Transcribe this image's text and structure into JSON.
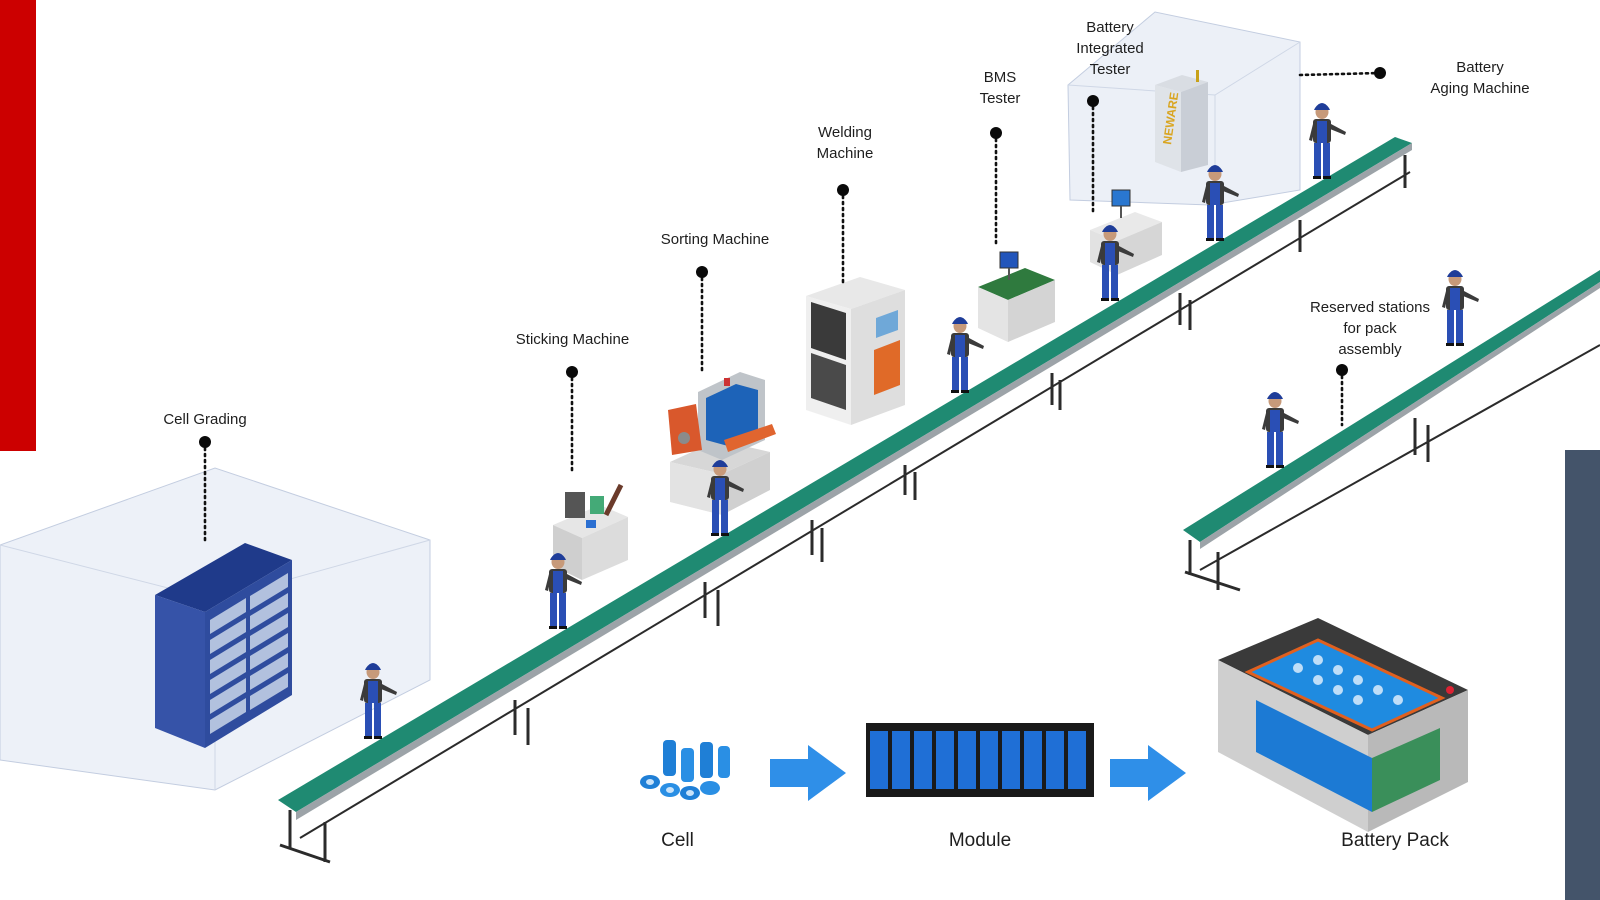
{
  "colors": {
    "accent_red": "#cc0000",
    "accent_slate": "#44546a",
    "conveyor_belt": "#1f8a72",
    "conveyor_frame": "#2b2b2b",
    "enclosure": "#c8d3e6",
    "arrow": "#2f8fe8",
    "cell_blue": "#1f7fd6"
  },
  "stations": [
    {
      "id": "cell-grading",
      "label": "Cell Grading"
    },
    {
      "id": "sticking-machine",
      "label": "Sticking  Machine"
    },
    {
      "id": "sorting-machine",
      "label": "Sorting Machine"
    },
    {
      "id": "welding-machine",
      "label": "Welding\nMachine"
    },
    {
      "id": "bms-tester",
      "label": "BMS\nTester"
    },
    {
      "id": "battery-integrated-tester",
      "label": "Battery\nIntegrated\nTester"
    },
    {
      "id": "battery-aging-machine",
      "label": "Battery\nAging Machine"
    },
    {
      "id": "reserved-stations",
      "label": "Reserved stations\nfor pack\nassembly"
    }
  ],
  "aging_cabinet_brand": "NEWARE",
  "products": [
    {
      "id": "cell",
      "label": "Cell"
    },
    {
      "id": "module",
      "label": "Module"
    },
    {
      "id": "battery-pack",
      "label": "Battery Pack"
    }
  ]
}
